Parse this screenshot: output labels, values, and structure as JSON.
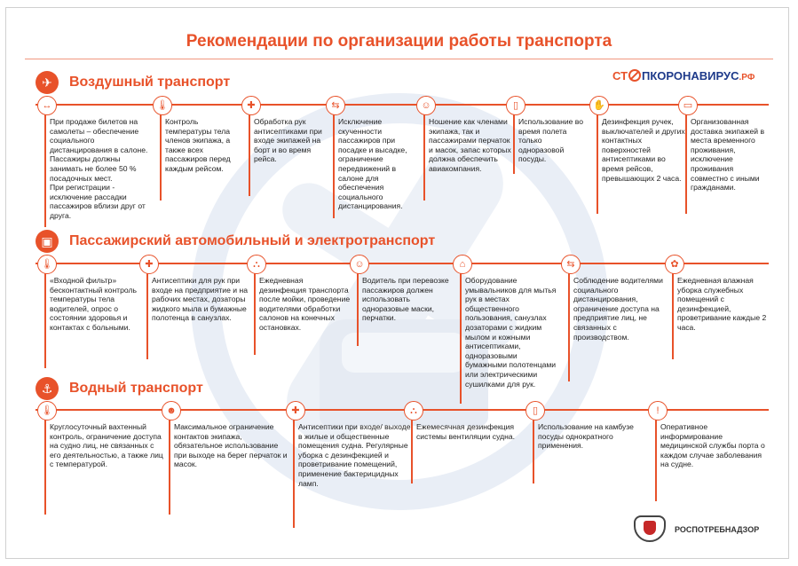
{
  "title": "Рекомендации по организации работы транспорта",
  "brand": {
    "part1": "СТ",
    "part2": "ПКОРОНАВИРУС",
    "part3": ".РФ"
  },
  "sections": {
    "air": {
      "title": "Воздушный транспорт",
      "icon": "plane-icon",
      "items": [
        {
          "icon": "distance-icon",
          "text": "При продаже билетов на самолеты – обеспечение социального дистанцирования в салоне. Пассажиры должны занимать не более 50 % посадочных мест.\nПри регистрации - исключение рассадки пассажиров вблизи друг от друга."
        },
        {
          "icon": "thermometer-icon",
          "text": "Контроль температуры тела членов экипажа, а также всех пассажиров перед каждым рейсом."
        },
        {
          "icon": "sanitizer-icon",
          "text": "Обработка рук антисептиками при входе экипажей на борт и во время рейса."
        },
        {
          "icon": "distance-icon",
          "text": "Исключение скученности пассажиров при посадке и высадке, ограничение передвижений в салоне для обеспечения социального дистанцирования."
        },
        {
          "icon": "mask-icon",
          "text": "Ношение как членами экипажа, так и пассажирами перчаток и масок, запас которых должна обеспечить авиакомпания."
        },
        {
          "icon": "cup-icon",
          "text": "Использование во время полета только одноразовой посуды."
        },
        {
          "icon": "disinfection-icon",
          "text": "Дезинфекция ручек, выключателей и других контактных поверхностей антисептиками во время рейсов, превышающих 2 часа."
        },
        {
          "icon": "bed-icon",
          "text": "Организованная доставка экипажей в места временного проживания, исключение проживания совместно с иными гражданами."
        }
      ]
    },
    "road": {
      "title": "Пассажирский автомобильный и электротранспорт",
      "icon": "bus-icon",
      "items": [
        {
          "icon": "thermometer-icon",
          "text": "«Входной фильтр» бесконтактный контроль температуры тела водителей, опрос о состоянии здоровья и контактах с больными."
        },
        {
          "icon": "sanitizer-icon",
          "text": "Антисептики для рук при входе на предприятие и на рабочих местах, дозаторы жидкого мыла и бумажные полотенца в санузлах."
        },
        {
          "icon": "spray-icon",
          "text": "Ежедневная дезинфекция транспорта после мойки, проведение водителями обработки салонов на конечных остановках."
        },
        {
          "icon": "mask-icon",
          "text": "Водитель при перевозке пассажиров должен использовать одноразовые маски, перчатки."
        },
        {
          "icon": "soap-icon",
          "text": "Оборудование умывальников для мытья рук в местах общественного пользования, санузлах дозаторами с жидким мылом и кожными антисептиками, одноразовыми бумажными полотенцами или электрическими сушилками для рук."
        },
        {
          "icon": "distance-icon",
          "text": "Соблюдение водителями социального дистанцирования, ограничение доступа на предприятие лиц, не связанных с производством."
        },
        {
          "icon": "cleaning-icon",
          "text": "Ежедневная влажная уборка служебных помещений с дезинфекцией, проветривание каждые 2 часа."
        }
      ]
    },
    "water": {
      "title": "Водный транспорт",
      "icon": "ship-icon",
      "items": [
        {
          "icon": "thermometer-icon",
          "text": "Круглосуточный вахтенный контроль, ограничение доступа на судно лиц, не связанных с его деятельностью, а также лиц с температурой."
        },
        {
          "icon": "people-icon",
          "text": "Максимальное ограничение контактов экипажа, обязательное использование при выходе на берег перчаток и масок."
        },
        {
          "icon": "sanitizer-icon",
          "text": "Антисептики при входе/ выходе в жилые и общественные помещения судна. Регулярные уборка с дезинфекцией и проветривание помещений, применение бактерицидных ламп."
        },
        {
          "icon": "spray-icon",
          "text": "Ежемесячная дезинфекция системы вентиляции судна."
        },
        {
          "icon": "cup-icon",
          "text": "Использование на камбузе посуды однократного применения."
        },
        {
          "icon": "info-icon",
          "text": "Оперативное информирование медицинской службы порта о каждом случае заболевания на судне."
        }
      ]
    }
  },
  "footer": {
    "org": "РОСПОТРЕБНАДЗОР"
  }
}
